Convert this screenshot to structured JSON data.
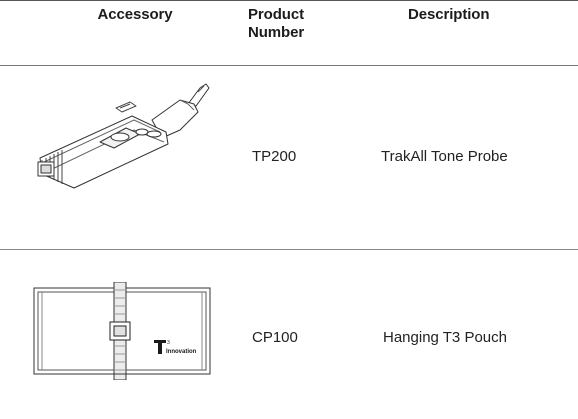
{
  "table": {
    "headers": {
      "accessory": "Accessory",
      "product_number": "Product Number",
      "description": "Description"
    },
    "rows": [
      {
        "image_icon": "tone-probe-illustration",
        "product_number": "TP200",
        "description": "TrakAll Tone Probe"
      },
      {
        "image_icon": "hanging-pouch-illustration",
        "product_number": "CP100",
        "description": "Hanging T3 Pouch",
        "logo_text": {
          "mark": "T",
          "superscript": "3",
          "word": "Innovation"
        }
      }
    ]
  }
}
